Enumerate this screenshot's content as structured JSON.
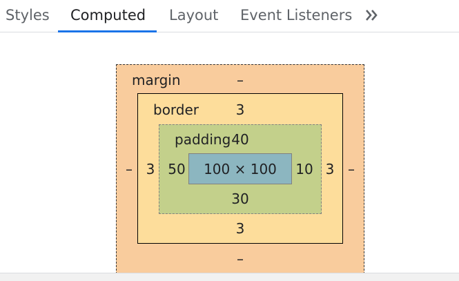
{
  "tabs": [
    {
      "label": "Styles",
      "active": false
    },
    {
      "label": "Computed",
      "active": true
    },
    {
      "label": "Layout",
      "active": false
    },
    {
      "label": "Event Listeners",
      "active": false
    }
  ],
  "more_tabs_icon": "chevron-double-right-icon",
  "box_model": {
    "margin": {
      "label": "margin",
      "top": "–",
      "bottom": "–",
      "left": "–",
      "right": "–"
    },
    "border": {
      "label": "border",
      "top": "3",
      "bottom": "3",
      "left": "3",
      "right": "3"
    },
    "padding": {
      "label": "padding",
      "top": "40",
      "bottom": "30",
      "left": "50",
      "right": "10"
    },
    "content": {
      "size": "100 × 100"
    }
  },
  "colors": {
    "margin": "#f9cc9d",
    "border": "#fddd9b",
    "padding": "#c3d08b",
    "content": "#8cb6c0",
    "active_tab_underline": "#1a73e8"
  }
}
